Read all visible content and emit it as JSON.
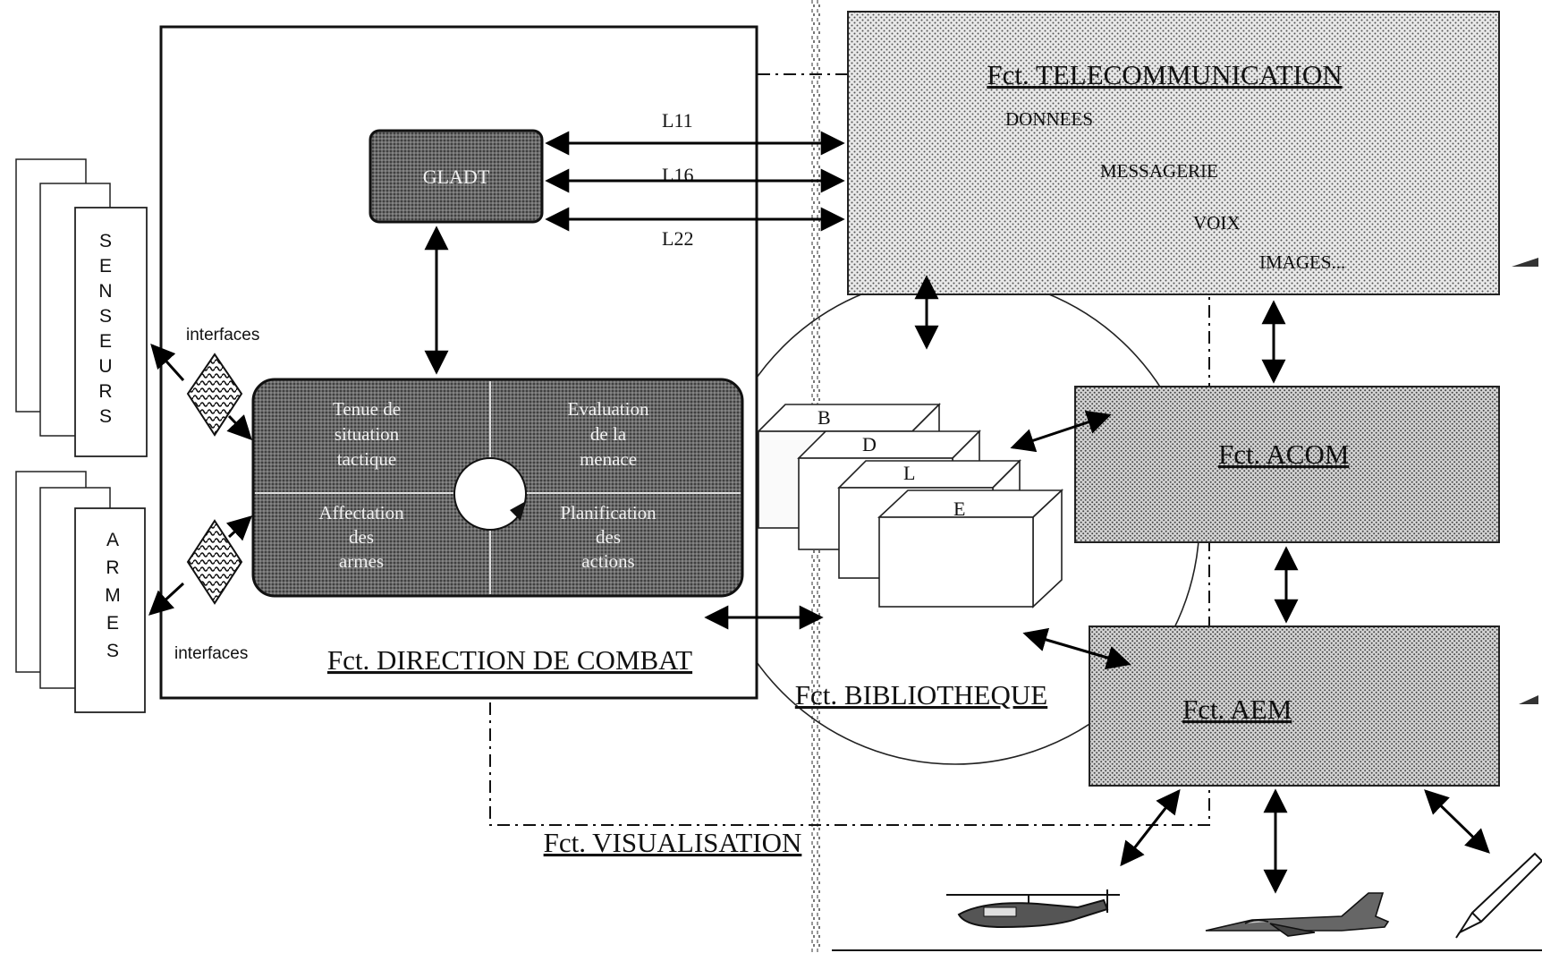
{
  "direction": {
    "title": "Fct. DIRECTION DE COMBAT",
    "gladt": "GLADT",
    "quadrants": {
      "tenue": [
        "Tenue de",
        "situation",
        "tactique"
      ],
      "evaluation": [
        "Evaluation",
        "de la",
        "menace"
      ],
      "affectation": [
        "Affectation",
        "des",
        "armes"
      ],
      "planification": [
        "Planification",
        "des",
        "actions"
      ]
    },
    "interfaces_top": "interfaces",
    "interfaces_bottom": "interfaces"
  },
  "links": {
    "l11": "L11",
    "l16": "L16",
    "l22": "L22"
  },
  "telecom": {
    "title": "Fct. TELECOMMUNICATION",
    "items": [
      "DONNEES",
      "MESSAGERIE",
      "VOIX",
      "IMAGES..."
    ]
  },
  "senseurs": [
    "S",
    "E",
    "N",
    "S",
    "E",
    "U",
    "R",
    "S"
  ],
  "armes": [
    "A",
    "R",
    "M",
    "E",
    "S"
  ],
  "bibliotheque": {
    "title": "Fct. BIBLIOTHEQUE",
    "boxes": [
      "B",
      "D",
      "L",
      "E"
    ]
  },
  "acom": {
    "title": "Fct. ACOM"
  },
  "aem": {
    "title": "Fct. AEM"
  },
  "visualisation": {
    "title": "Fct. VISUALISATION"
  },
  "icons": [
    "helicopter-icon",
    "fighter-jet-icon",
    "pen-icon"
  ]
}
